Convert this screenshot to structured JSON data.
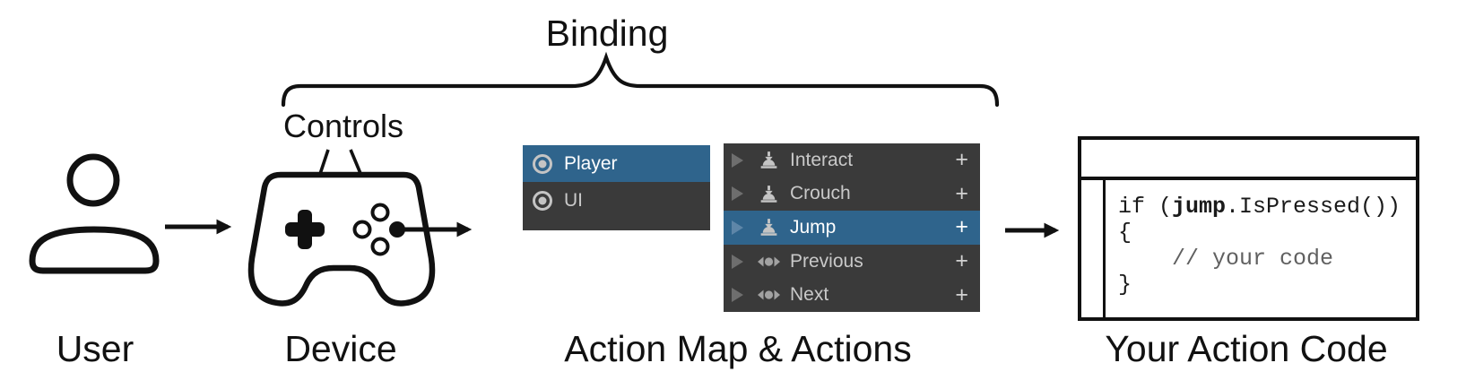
{
  "labels": {
    "binding": "Binding",
    "controls": "Controls",
    "user": "User",
    "device": "Device",
    "action_map": "Action Map & Actions",
    "action_code": "Your Action Code"
  },
  "action_maps": {
    "items": [
      {
        "label": "Player",
        "selected": true
      },
      {
        "label": "UI",
        "selected": false
      }
    ]
  },
  "actions": {
    "items": [
      {
        "label": "Interact",
        "icon": "button-press-icon",
        "selected": false,
        "add": "+"
      },
      {
        "label": "Crouch",
        "icon": "button-press-icon",
        "selected": false,
        "add": "+"
      },
      {
        "label": "Jump",
        "icon": "button-press-icon",
        "selected": true,
        "add": "+"
      },
      {
        "label": "Previous",
        "icon": "axis-icon",
        "selected": false,
        "add": "+"
      },
      {
        "label": "Next",
        "icon": "axis-icon",
        "selected": false,
        "add": "+"
      }
    ]
  },
  "code": {
    "line1_prefix": "if (",
    "line1_bold": "jump",
    "line1_suffix": ".IsPressed())",
    "line2": "{",
    "line3": "    // your code",
    "line4": "}"
  },
  "colors": {
    "selection_blue": "#2F648C",
    "panel_dark": "#3A3A3A",
    "row_text": "#C9C9C9",
    "selected_text": "#FFFFFF",
    "icon_gray": "#C4C4C4",
    "foldout_gray": "#6E6E6E",
    "comment_gray": "#606060"
  }
}
